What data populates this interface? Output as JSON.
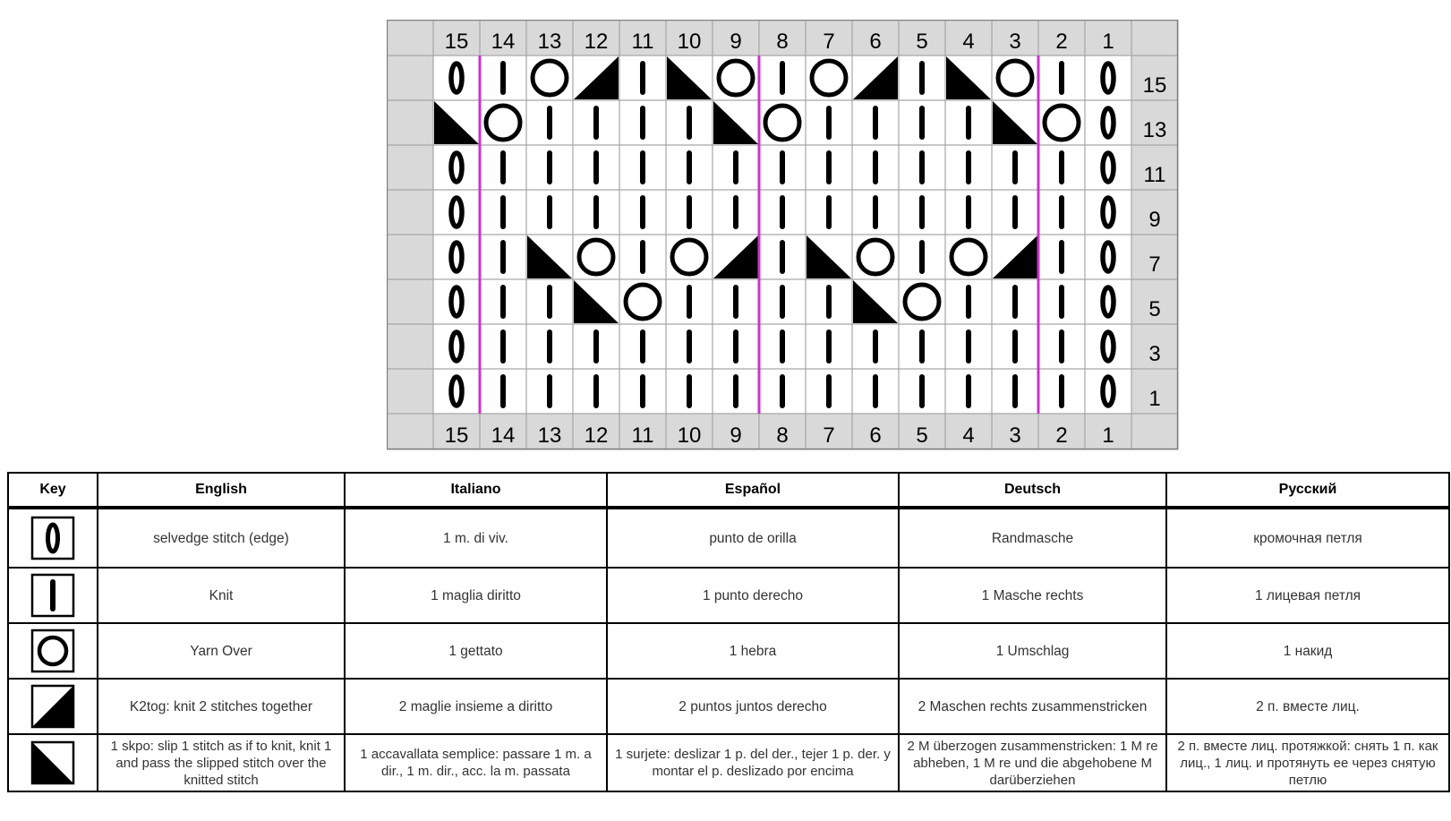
{
  "chart": {
    "column_numbers": [
      "15",
      "14",
      "13",
      "12",
      "11",
      "10",
      "9",
      "8",
      "7",
      "6",
      "5",
      "4",
      "3",
      "2",
      "1"
    ],
    "row_numbers": [
      "15",
      "13",
      "11",
      "9",
      "7",
      "5",
      "3",
      "1"
    ],
    "pattern_rows": [
      [
        "selvedge",
        "knit",
        "yo",
        "k2tog",
        "knit",
        "skpo",
        "yo",
        "knit",
        "yo",
        "k2tog",
        "knit",
        "skpo",
        "yo",
        "knit",
        "selvedge"
      ],
      [
        "skpo",
        "yo",
        "knit",
        "knit",
        "knit",
        "knit",
        "skpo",
        "yo",
        "knit",
        "knit",
        "knit",
        "knit",
        "skpo",
        "yo",
        "selvedge"
      ],
      [
        "selvedge",
        "knit",
        "knit",
        "knit",
        "knit",
        "knit",
        "knit",
        "knit",
        "knit",
        "knit",
        "knit",
        "knit",
        "knit",
        "knit",
        "selvedge"
      ],
      [
        "selvedge",
        "knit",
        "knit",
        "knit",
        "knit",
        "knit",
        "knit",
        "knit",
        "knit",
        "knit",
        "knit",
        "knit",
        "knit",
        "knit",
        "selvedge"
      ],
      [
        "selvedge",
        "knit",
        "skpo",
        "yo",
        "knit",
        "yo",
        "k2tog",
        "knit",
        "skpo",
        "yo",
        "knit",
        "yo",
        "k2tog",
        "knit",
        "selvedge"
      ],
      [
        "selvedge",
        "knit",
        "knit",
        "skpo",
        "yo",
        "knit",
        "knit",
        "knit",
        "knit",
        "skpo",
        "yo",
        "knit",
        "knit",
        "knit",
        "selvedge"
      ],
      [
        "selvedge",
        "knit",
        "knit",
        "knit",
        "knit",
        "knit",
        "knit",
        "knit",
        "knit",
        "knit",
        "knit",
        "knit",
        "knit",
        "knit",
        "selvedge"
      ],
      [
        "selvedge",
        "knit",
        "knit",
        "knit",
        "knit",
        "knit",
        "knit",
        "knit",
        "knit",
        "knit",
        "knit",
        "knit",
        "knit",
        "knit",
        "selvedge"
      ]
    ],
    "repeat_line_color": "#cc33cc",
    "header_fill": "#d9d9d9",
    "grid_color": "#a6a6a6"
  },
  "key_table": {
    "headers": {
      "key": "Key",
      "english": "English",
      "italiano": "Italiano",
      "espanol": "Español",
      "deutsch": "Deutsch",
      "russian": "Русский"
    },
    "rows": [
      {
        "symbol": "selvedge",
        "english": "selvedge stitch (edge)",
        "italiano": "1 m. di viv.",
        "espanol": "punto de orilla",
        "deutsch": "Randmasche",
        "russian": "кромочная петля"
      },
      {
        "symbol": "knit",
        "english": "Knit",
        "italiano": "1 maglia  diritto",
        "espanol": "1 punto derecho",
        "deutsch": "1 Masche rechts",
        "russian": "1 лицевая петля"
      },
      {
        "symbol": "yo",
        "english": "Yarn Over",
        "italiano": "1 gettato",
        "espanol": "1 hebra",
        "deutsch": "1 Umschlag",
        "russian": "1 накид"
      },
      {
        "symbol": "k2tog",
        "english": "K2tog: knit 2 stitches together",
        "italiano": "2 maglie insieme a diritto",
        "espanol": "2 puntos juntos derecho",
        "deutsch": "2 Maschen rechts zusammenstricken",
        "russian": "2 п. вместе лиц."
      },
      {
        "symbol": "skpo",
        "english": "1 skpo: slip 1 stitch as if to knit, knit 1 and pass the slipped stitch over the knitted stitch",
        "italiano": "1 accavallata semplice: passare 1 m. a dir., 1 m. dir., acc. la m. passata",
        "espanol": "1 surjete: deslizar 1 p. del der., tejer 1 p. der. y montar el p. deslizado por encima",
        "deutsch": "2 M überzogen zusammenstricken: 1 M re abheben, 1 M re und die abgehobene M darüberziehen",
        "russian": "2 п. вместе лиц. протяжкой: снять 1 п. как лиц., 1 лиц. и протянуть ее через снятую петлю"
      }
    ]
  }
}
